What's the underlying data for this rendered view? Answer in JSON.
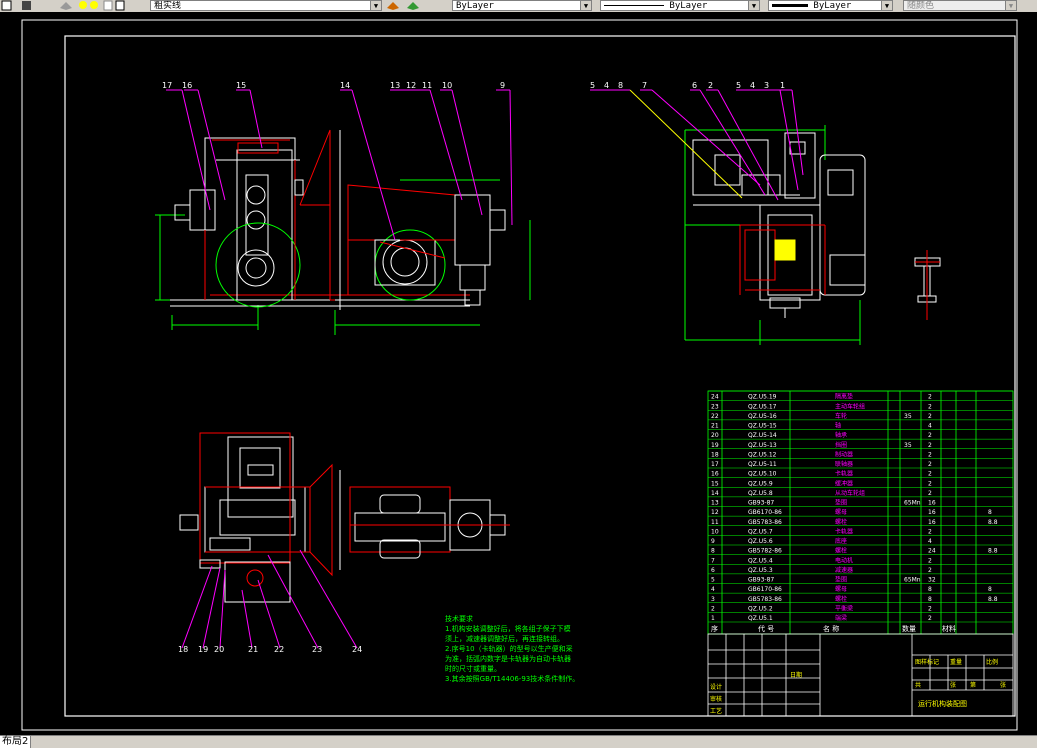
{
  "toolbar": {
    "layer_name": "粗实线",
    "color_control": "ByLayer",
    "linetype_control": "ByLayer",
    "lineweight_control": "ByLayer",
    "plotstyle_control": "随颜色"
  },
  "layout_tab": "布局2",
  "balloons_top_left": [
    "17",
    "16",
    "15",
    "14",
    "13",
    "12",
    "11",
    "10",
    "9"
  ],
  "balloons_top_right_a": [
    "5",
    "4",
    "8",
    "7"
  ],
  "balloons_top_right_b": [
    "6",
    "2",
    "5",
    "4",
    "3",
    "1"
  ],
  "balloons_bottom": [
    "18",
    "19",
    "20",
    "21",
    "22",
    "23",
    "24"
  ],
  "tech_requirements": {
    "title": "技术要求",
    "lines": [
      "1.机构安装调整好后，将各组子保子下模",
      "须上，减速器调整好后，再连接转组。",
      "2.序号10（卡轨器）的型号以生产便和采",
      "为准，括弧内数字是卡轨器为自动卡轨器",
      "时的尺寸或重量。",
      "3.其余按照GB/T14406-93技术条件制作。"
    ]
  },
  "bom": {
    "rows": [
      {
        "no": "24",
        "code": "QZ.U5.19",
        "name": "隔离垫",
        "qty": "2"
      },
      {
        "no": "23",
        "code": "QZ.U5.17",
        "name": "主动车轮组",
        "qty": "2"
      },
      {
        "no": "22",
        "code": "QZ.U5-16",
        "name": "车轮",
        "qty": "2",
        "mat": "35"
      },
      {
        "no": "21",
        "code": "QZ.U5-15",
        "name": "轴",
        "qty": "4"
      },
      {
        "no": "20",
        "code": "QZ.U5-14",
        "name": "轴承",
        "qty": "2"
      },
      {
        "no": "19",
        "code": "QZ.U5-13",
        "name": "挡圈",
        "qty": "2",
        "mat": "35"
      },
      {
        "no": "18",
        "code": "QZ.U5.12",
        "name": "制动器",
        "qty": "2"
      },
      {
        "no": "17",
        "code": "QZ.U5-11",
        "name": "联轴器",
        "qty": "2"
      },
      {
        "no": "16",
        "code": "QZ.U5.10",
        "name": "卡轨器",
        "qty": "2"
      },
      {
        "no": "15",
        "code": "QZ.U5.9",
        "name": "缓冲器",
        "qty": "2"
      },
      {
        "no": "14",
        "code": "QZ.U5.8",
        "name": "从动车轮组",
        "qty": "2"
      },
      {
        "no": "13",
        "code": "GB93-87",
        "name": "垫圈",
        "qty": "16",
        "mat": "65Mn"
      },
      {
        "no": "12",
        "code": "GB6170-86",
        "name": "螺母",
        "qty": "16",
        "extra": "8"
      },
      {
        "no": "11",
        "code": "GB5783-86",
        "name": "螺栓",
        "qty": "16",
        "extra": "8.8"
      },
      {
        "no": "10",
        "code": "QZ.U5.7",
        "name": "卡轨器",
        "qty": "2"
      },
      {
        "no": "9",
        "code": "QZ.U5.6",
        "name": "底座",
        "qty": "4"
      },
      {
        "no": "8",
        "code": "GB5782-86",
        "name": "螺栓",
        "qty": "24",
        "extra": "8.8"
      },
      {
        "no": "7",
        "code": "QZ.U5.4",
        "name": "电动机",
        "qty": "2"
      },
      {
        "no": "6",
        "code": "QZ.U5.3",
        "name": "减速器",
        "qty": "2"
      },
      {
        "no": "5",
        "code": "GB93-87",
        "name": "垫圈",
        "qty": "32",
        "mat": "65Mn"
      },
      {
        "no": "4",
        "code": "GB6170-86",
        "name": "螺母",
        "qty": "8",
        "extra": "8"
      },
      {
        "no": "3",
        "code": "GB5783-86",
        "name": "螺栓",
        "qty": "8",
        "extra": "8.8"
      },
      {
        "no": "2",
        "code": "QZ.U5.2",
        "name": "平衡梁",
        "qty": "2"
      },
      {
        "no": "1",
        "code": "QZ.U5.1",
        "name": "端梁",
        "qty": "2"
      }
    ],
    "header": {
      "col_no": "序",
      "col_code": "代  号",
      "col_name": "名  称",
      "col_qty": "数量",
      "col_mat": "材料"
    }
  },
  "title_block": {
    "drawing_name": "运行机构装配图",
    "labels": [
      "设计",
      "审核",
      "工艺",
      "日期"
    ],
    "right_labels": [
      "图样标记",
      "重量",
      "比例",
      "共",
      "张",
      "第",
      "张"
    ]
  },
  "colors": {
    "white": "#ffffff",
    "red": "#ff0000",
    "green": "#00ff00",
    "magenta": "#ff00ff",
    "yellow": "#ffff00",
    "cyan": "#00ffff"
  }
}
